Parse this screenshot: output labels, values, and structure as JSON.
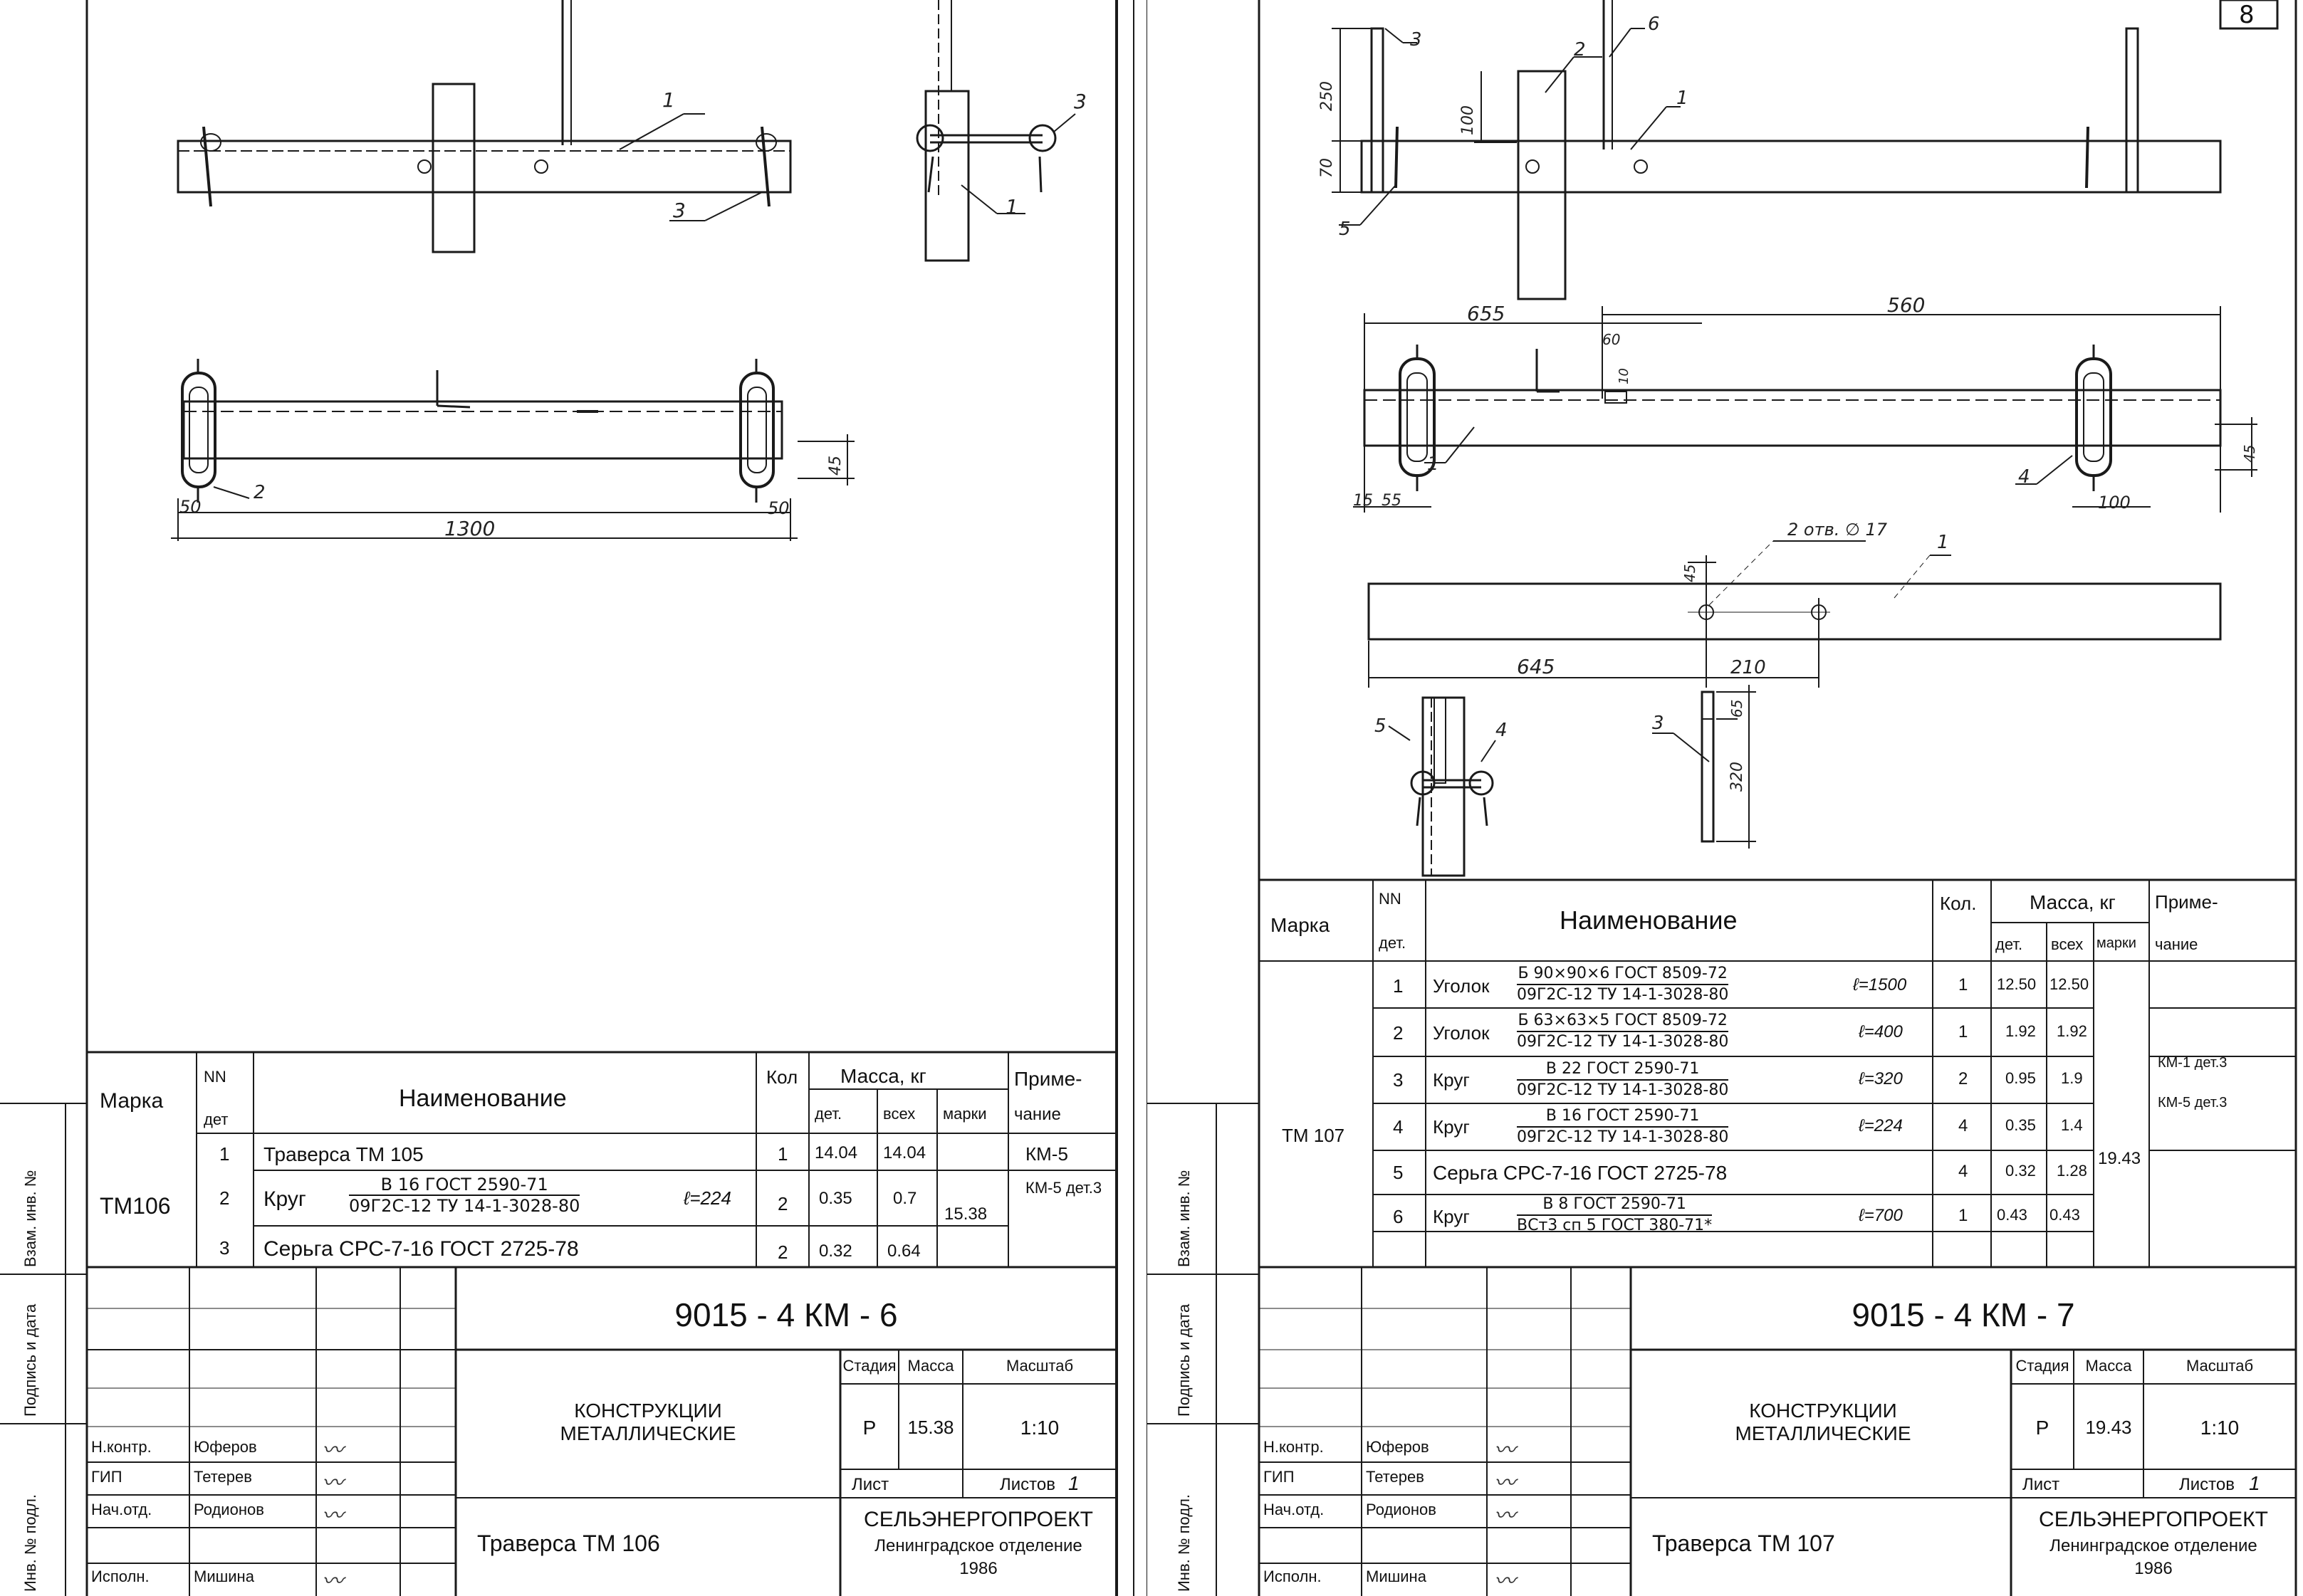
{
  "page_number": "8",
  "left": {
    "drawing_labels": {
      "callout_1a": "1",
      "callout_3a": "3",
      "callout_3b": "3",
      "callout_1b": "1",
      "callout_2": "2",
      "dim_50a": "50",
      "dim_50b": "50",
      "dim_1300": "1300",
      "dim_45": "45"
    },
    "spec": {
      "headers": {
        "marka": "Марка",
        "nn": "NN",
        "det": "дет",
        "name": "Наименование",
        "qty": "Кол",
        "mass": "Масса, кг",
        "mass_det": "дет.",
        "mass_all": "всех",
        "mass_mark": "марки",
        "note": "Приме-",
        "note2": "чание"
      },
      "mark": "ТМ106",
      "mark_mass": "15.38",
      "rows": [
        {
          "n": "1",
          "name": "Траверса  ТМ 105",
          "frac_top": "",
          "frac_bot": "",
          "len": "",
          "qty": "1",
          "m_det": "14.04",
          "m_all": "14.04",
          "note": "КМ-5"
        },
        {
          "n": "2",
          "name": "Круг",
          "frac_top": "В 16   ГОСТ 2590-71",
          "frac_bot": "09Г2С-12  ТУ 14-1-3028-80",
          "len": "ℓ=224",
          "qty": "2",
          "m_det": "0.35",
          "m_all": "0.7",
          "note": "КМ-5 дет.3"
        },
        {
          "n": "3",
          "name": "Серьга  СРС-7-16    ГОСТ 2725-78",
          "frac_top": "",
          "frac_bot": "",
          "len": "",
          "qty": "2",
          "m_det": "0.32",
          "m_all": "0.64",
          "note": ""
        }
      ]
    },
    "title_block": {
      "code": "9015 - 4  КМ - 6",
      "org_title": "КОНСТРУКЦИИ МЕТАЛЛИЧЕСКИЕ",
      "stage_label": "Стадия",
      "mass_label": "Масса",
      "scale_label": "Масштаб",
      "stage": "Р",
      "mass": "15.38",
      "scale": "1:10",
      "sheet_label": "Лист",
      "sheets_label": "Листов",
      "sheets": "1",
      "org": "СЕЛЬЭНЕРГОПРОЕКТ",
      "dept": "Ленинградское отделение",
      "year": "1986",
      "drawing_name": "Траверса  ТМ 106",
      "people": [
        {
          "role": "Н.контр.",
          "name": "Юферов"
        },
        {
          "role": "ГИП",
          "name": "Тетерев"
        },
        {
          "role": "Нач.отд.",
          "name": "Родионов"
        },
        {
          "role": "Исполн.",
          "name": "Мишина"
        }
      ]
    }
  },
  "right": {
    "drawing_labels": {
      "c3a": "3",
      "c2": "2",
      "c6": "6",
      "c1a": "1",
      "c5a": "5",
      "d250": "250",
      "d70": "70",
      "d100": "100",
      "d655": "655",
      "d560": "560",
      "d60": "60",
      "d10": "10",
      "c1b": "1",
      "c4a": "4",
      "d45a": "45",
      "d15": "15",
      "d55": "55",
      "d100b": "100",
      "holes": "2 отв. ∅ 17",
      "c1c": "1",
      "d45b": "45",
      "d645": "645",
      "d210": "210",
      "c5b": "5",
      "c4b": "4",
      "c3b": "3",
      "d65": "65",
      "d320": "320"
    },
    "spec": {
      "headers": {
        "marka": "Марка",
        "nn": "NN",
        "det": "дет.",
        "name": "Наименование",
        "qty": "Кол.",
        "mass": "Масса, кг",
        "mass_det": "дет.",
        "mass_all": "всех",
        "mass_mark": "марки",
        "note": "Приме-",
        "note2": "чание"
      },
      "mark": "ТМ 107",
      "mark_mass": "19.43",
      "rows": [
        {
          "n": "1",
          "name": "Уголок",
          "frac_top": "Б 90×90×6  ГОСТ 8509-72",
          "frac_bot": "09Г2С-12  ТУ 14-1-3028-80",
          "len": "ℓ=1500",
          "qty": "1",
          "m_det": "12.50",
          "m_all": "12.50",
          "note": ""
        },
        {
          "n": "2",
          "name": "Уголок",
          "frac_top": "Б 63×63×5  ГОСТ 8509-72",
          "frac_bot": "09Г2С-12  ТУ 14-1-3028-80",
          "len": "ℓ=400",
          "qty": "1",
          "m_det": "1.92",
          "m_all": "1.92",
          "note": ""
        },
        {
          "n": "3",
          "name": "Круг",
          "frac_top": "В 22   ГОСТ 2590-71",
          "frac_bot": "09Г2С-12  ТУ 14-1-3028-80",
          "len": "ℓ=320",
          "qty": "2",
          "m_det": "0.95",
          "m_all": "1.9",
          "note": "КМ-1 дет.3"
        },
        {
          "n": "4",
          "name": "Круг",
          "frac_top": "В 16   ГОСТ 2590-71",
          "frac_bot": "09Г2С-12  ТУ 14-1-3028-80",
          "len": "ℓ=224",
          "qty": "4",
          "m_det": "0.35",
          "m_all": "1.4",
          "note": "КМ-5 дет.3"
        },
        {
          "n": "5",
          "name": "Серьга  СРС-7-16    ГОСТ 2725-78",
          "frac_top": "",
          "frac_bot": "",
          "len": "",
          "qty": "4",
          "m_det": "0.32",
          "m_all": "1.28",
          "note": ""
        },
        {
          "n": "6",
          "name": "Круг",
          "frac_top": "В 8   ГОСТ 2590-71",
          "frac_bot": "ВСт3 сп 5  ГОСТ 380-71*",
          "len": "ℓ=700",
          "qty": "1",
          "m_det": "0.43",
          "m_all": "0.43",
          "note": ""
        }
      ]
    },
    "title_block": {
      "code": "9015 - 4  КМ - 7",
      "org_title": "КОНСТРУКЦИИ МЕТАЛЛИЧЕСКИЕ",
      "stage_label": "Стадия",
      "mass_label": "Масса",
      "scale_label": "Масштаб",
      "stage": "Р",
      "mass": "19.43",
      "scale": "1:10",
      "sheet_label": "Лист",
      "sheets_label": "Листов",
      "sheets": "1",
      "org": "СЕЛЬЭНЕРГОПРОЕКТ",
      "dept": "Ленинградское отделение",
      "year": "1986",
      "drawing_name": "Траверса  ТМ 107",
      "people": [
        {
          "role": "Н.контр.",
          "name": "Юферов"
        },
        {
          "role": "ГИП",
          "name": "Тетерев"
        },
        {
          "role": "Нач.отд.",
          "name": "Родионов"
        },
        {
          "role": "Исполн.",
          "name": "Мишина"
        }
      ]
    }
  },
  "side_labels": [
    "Инв. № подл.",
    "Подпись и дата",
    "Взам. инв. №"
  ]
}
